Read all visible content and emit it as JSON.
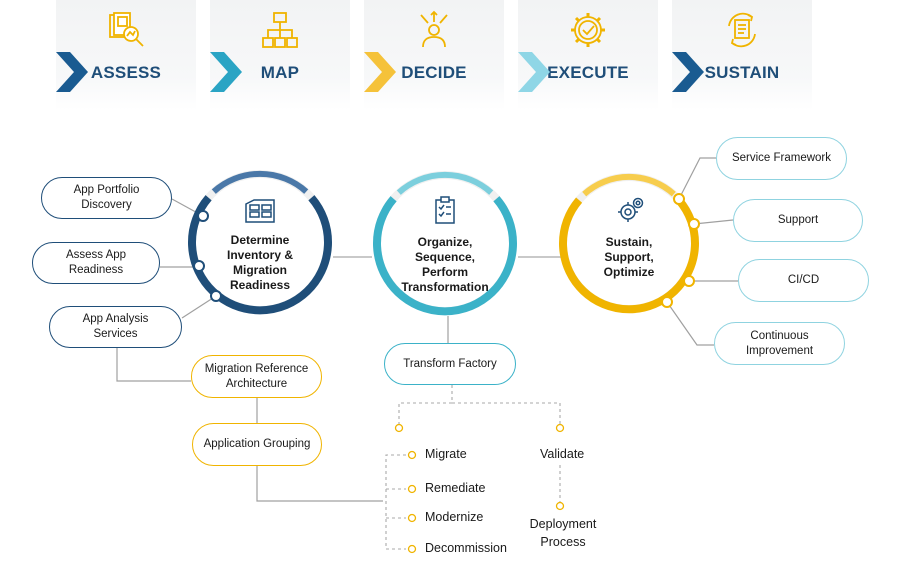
{
  "steps": [
    {
      "label": "ASSESS",
      "icon": "document-search-icon"
    },
    {
      "label": "MAP",
      "icon": "flowchart-icon"
    },
    {
      "label": "DECIDE",
      "icon": "decision-person-icon"
    },
    {
      "label": "EXECUTE",
      "icon": "gear-check-icon"
    },
    {
      "label": "SUSTAIN",
      "icon": "document-cycle-icon"
    }
  ],
  "colors": {
    "navy": "#1f4e79",
    "teal": "#3bb2c8",
    "yellow": "#f0b400",
    "light_teal": "#8fd3e0"
  },
  "hubs": {
    "assess": {
      "label": "Determine Inventory & Migration Readiness",
      "icon": "server-rack-icon"
    },
    "map": {
      "label": "Organize, Sequence, Perform Transformation",
      "icon": "clipboard-checklist-icon"
    },
    "sustain": {
      "label": "Sustain, Support, Optimize",
      "icon": "gears-icon"
    }
  },
  "left_nodes": {
    "portfolio": "App Portfolio Discovery",
    "readiness": "Assess App Readiness",
    "analysis": "App Analysis Services",
    "reference": "Migration Reference Architecture",
    "grouping": "Application Grouping"
  },
  "factory": {
    "title": "Transform Factory",
    "items": [
      "Migrate",
      "Remediate",
      "Modernize",
      "Decommission"
    ],
    "validate": "Validate",
    "deployment": "Deployment Process"
  },
  "right_nodes": {
    "framework": "Service Framework",
    "support": "Support",
    "cicd": "CI/CD",
    "improvement": "Continuous Improvement"
  }
}
